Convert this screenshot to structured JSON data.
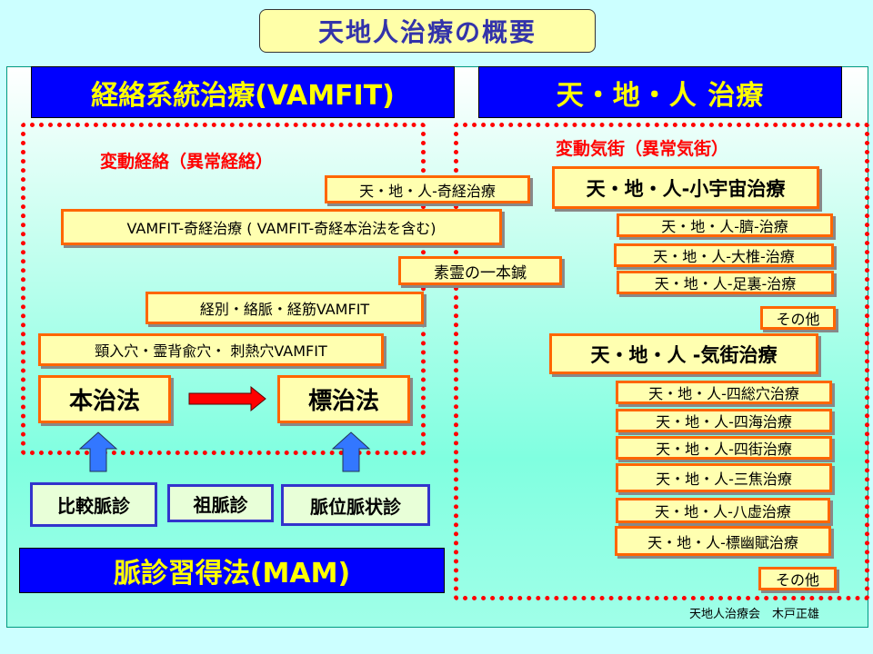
{
  "title": "天地人治療の概要",
  "left": {
    "header": "経絡系統治療(VAMFIT)",
    "region_label": "変動経絡（異常経絡）",
    "boxes": {
      "tenchijin_kikei": "天・地・人-奇経治療",
      "vamfit_kikei": "VAMFIT-奇経治療 ( VAMFIT-奇経本治法を含む)",
      "soryo": "素霊の一本鍼",
      "keibetsu": "経別・絡脈・経筋VAMFIT",
      "keinyuketsu": "頸入穴・霊背兪穴・ 刺熱穴VAMFIT",
      "honchiho": "本治法",
      "hyochiho": "標治法"
    },
    "diagnosis": [
      "比較脈診",
      "祖脈診",
      "脈位脈状診"
    ],
    "footer_header": "脈診習得法(MAM)"
  },
  "right": {
    "header": "天・地・人 治療",
    "region_label": "変動気街（異常気街）",
    "group1": {
      "title": "天・地・人-小宇宙治療",
      "items": [
        "天・地・人-臍-治療",
        "天・地・人-大椎-治療",
        "天・地・人-足裏-治療"
      ],
      "other": "その他"
    },
    "group2": {
      "title": "天・地・人 -気街治療",
      "items": [
        "天・地・人-四総穴治療",
        "天・地・人-四海治療",
        "天・地・人-四街治療",
        "天・地・人-三焦治療",
        "天・地・人-八虚治療",
        "天・地・人-標幽賦治療"
      ],
      "other": "その他"
    }
  },
  "credit": "天地人治療会　木戸正雄",
  "colors": {
    "header_bg": "#0000ff",
    "header_text": "#ffff00",
    "box_border": "#ff6600",
    "box_fill": "#ffffb0",
    "dotted": "#ff0000",
    "arrow_up": "#3377ff",
    "arrow_right": "#ff0000"
  }
}
